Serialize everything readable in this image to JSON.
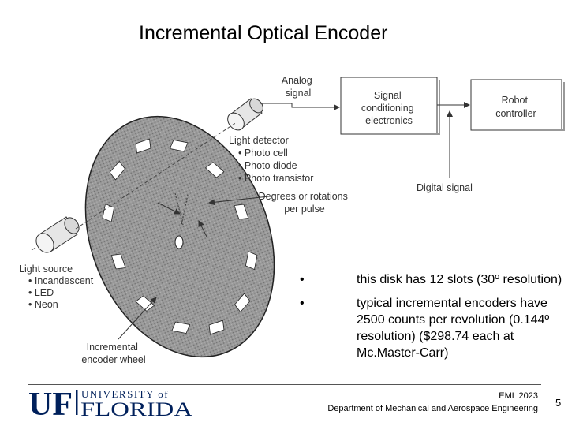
{
  "slide": {
    "title": "Incremental Optical Encoder"
  },
  "figure": {
    "labels": {
      "analog_signal": [
        "Analog",
        "signal"
      ],
      "signal_conditioning": [
        "Signal",
        "conditioning",
        "electronics"
      ],
      "robot_controller": [
        "Robot",
        "controller"
      ],
      "light_detector": [
        "Light detector",
        "• Photo cell",
        "• Photo diode",
        "• Photo transistor"
      ],
      "degrees": [
        "Degrees or rotations",
        "per pulse"
      ],
      "digital_signal": "Digital signal",
      "light_source": [
        "Light source",
        "• Incandescent",
        "• LED",
        "• Neon"
      ],
      "encoder_wheel": [
        "Incremental",
        "encoder wheel"
      ]
    }
  },
  "bullets": [
    {
      "marker": "•",
      "text": "this disk has 12 slots (30º resolution)"
    },
    {
      "marker": "•",
      "text": "typical incremental encoders have 2500 counts per revolution (0.144º resolution) ($298.74 each at Mc.Master-Carr)"
    }
  ],
  "footer": {
    "logo_text": {
      "uf": "UF",
      "university_of": "UNIVERSITY of",
      "florida": "FLORIDA"
    },
    "course": "EML 2023",
    "department": "Department of Mechanical and Aerospace Engineering",
    "page": "5"
  },
  "colors": {
    "disk_fill": "#8c8c8c",
    "uf_blue": "#00205b"
  }
}
